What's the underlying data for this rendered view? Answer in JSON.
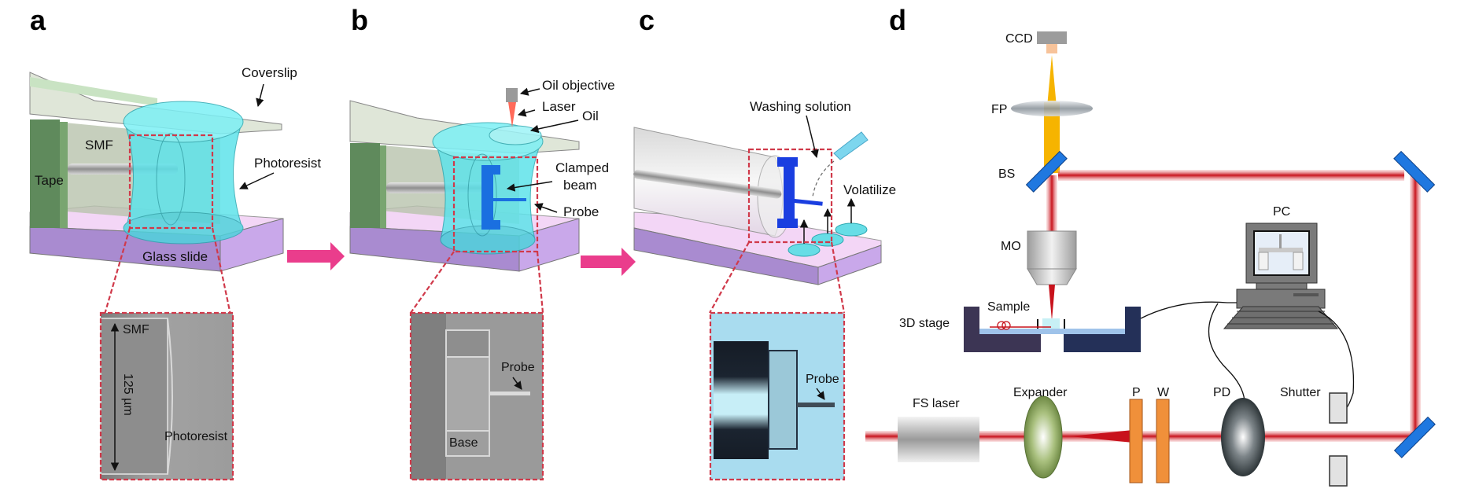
{
  "figure": {
    "panels": [
      {
        "id": "a",
        "letter": "a",
        "labels": {
          "coverslip": "Coverslip",
          "smf": "SMF",
          "tape": "Tape",
          "photoresist": "Photoresist",
          "glass_slide": "Glass slide"
        },
        "inset": {
          "smf": "SMF",
          "scale": "125 µm",
          "photoresist": "Photoresist"
        }
      },
      {
        "id": "b",
        "letter": "b",
        "labels": {
          "oil_objective": "Oil objective",
          "laser": "Laser",
          "oil": "Oil",
          "clamped_beam": "Clamped",
          "clamped_beam_2": "beam",
          "probe": "Probe"
        },
        "inset": {
          "probe": "Probe",
          "base": "Base"
        }
      },
      {
        "id": "c",
        "letter": "c",
        "labels": {
          "washing_solution": "Washing solution",
          "volatilize": "Volatilize"
        },
        "inset": {
          "probe": "Probe"
        }
      },
      {
        "id": "d",
        "letter": "d",
        "labels": {
          "ccd": "CCD",
          "fp": "FP",
          "bs": "BS",
          "mo": "MO",
          "sample": "Sample",
          "stage": "3D stage",
          "pc": "PC",
          "fs_laser": "FS laser",
          "expander": "Expander",
          "p": "P",
          "w": "W",
          "pd": "PD",
          "shutter": "Shutter"
        }
      }
    ],
    "colors": {
      "photoresist": "#5fe3ea",
      "glass_slide_side": "#a98bd0",
      "glass_slide_top": "#f3d6f6",
      "tape": "#5f8a5c",
      "step_arrow": "#ea3d8c",
      "inset_frame": "#d0394a",
      "laser_beam": "#c8121c",
      "imaging_beam": "#f6b400",
      "mirror": "#1f78e0",
      "structure": "#1a3ee0"
    }
  }
}
